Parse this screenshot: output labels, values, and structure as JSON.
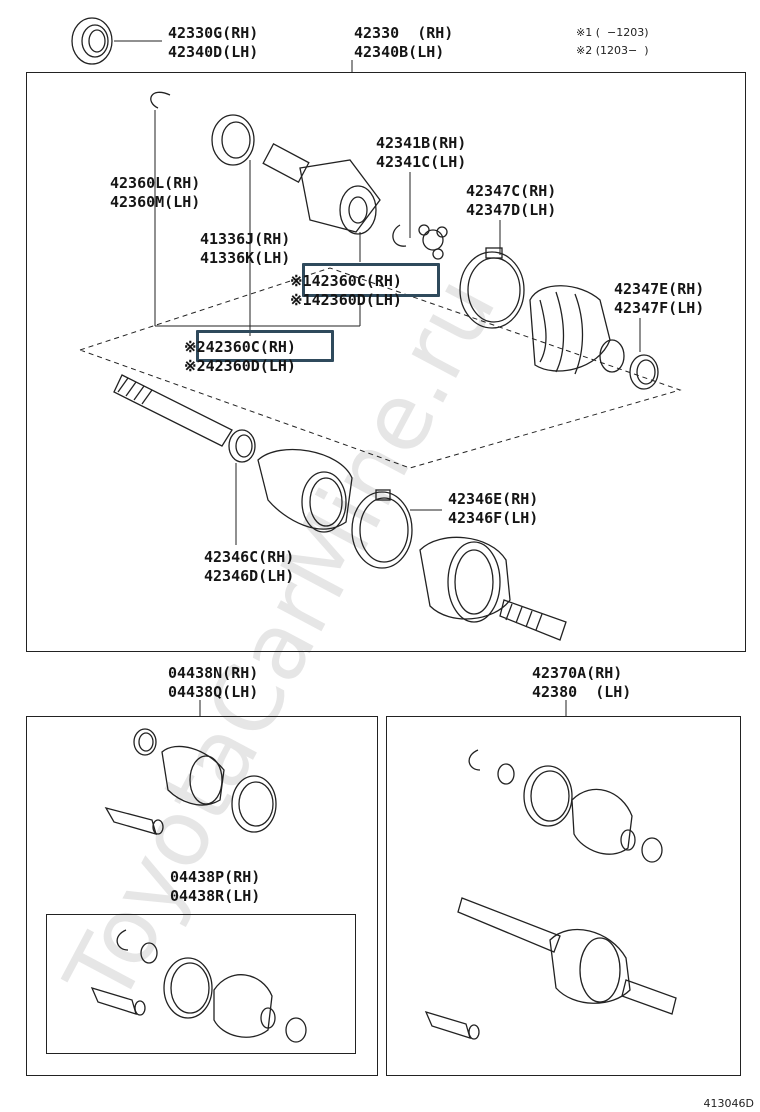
{
  "labels": {
    "boot_kit_top_rh": "42330G(RH)",
    "boot_kit_top_lh": "42340D(LH)",
    "shaft_top_rh": "42330  (RH)",
    "shaft_top_lh": "42340B(LH)",
    "note_1": "※1 (  −1203)",
    "note_2": "※2 (1203−  )",
    "snap_ring_rh": "42360L(RH)",
    "snap_ring_lh": "42360M(LH)",
    "tripod_rh": "42341B(RH)",
    "tripod_lh": "42341C(LH)",
    "band_inboard_rh": "42347C(RH)",
    "band_inboard_lh": "42347D(LH)",
    "inboard_shaft_rh": "41336J(RH)",
    "inboard_shaft_lh": "41336K(LH)",
    "inner_c_rh": "※142360C(RH)",
    "inner_d_lh": "※142360D(LH)",
    "clamp_e_rh": "42347E(RH)",
    "clamp_f_lh": "42347F(LH)",
    "outer_c_rh": "※242360C(RH)",
    "outer_d_lh": "※242360D(LH)",
    "band_outboard_rh": "42346E(RH)",
    "band_outboard_lh": "42346F(LH)",
    "clamp_outboard_rh": "42346C(RH)",
    "clamp_outboard_lh": "42346D(LH)",
    "kit_left_rh": "04438N(RH)",
    "kit_left_lh": "04438Q(LH)",
    "kit_inner_rh": "04438P(RH)",
    "kit_inner_lh": "04438R(LH)",
    "assy_rh": "42370A(RH)",
    "assy_lh": "42380  (LH)",
    "diagram_id": "413046D"
  },
  "watermark": "ToyotaCarMine.ru",
  "colors": {
    "highlight": "#2f4a5c",
    "line": "#222222",
    "watermark": "#d9d9d9"
  }
}
